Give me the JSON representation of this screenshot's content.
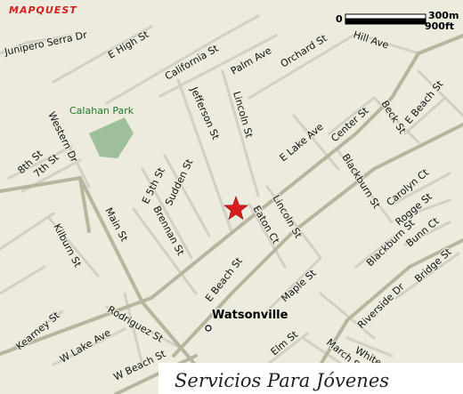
{
  "map": {
    "logo": "MAPQUEST",
    "city": "Watsonville",
    "park": "Calahan Park",
    "scale": {
      "zero": "0",
      "meters": "300m",
      "feet": "900ft"
    },
    "colors": {
      "land": "#ecebdd",
      "major_road": "#b7b59d",
      "minor_road": "#d2d0c4",
      "park": "#9dc09a",
      "marker": "#d81e1e",
      "logo": "#d42020"
    },
    "marker_icon": "star-marker-icon",
    "streets": {
      "junipero_serra_dr": "Junipero Serra Dr",
      "e_high_st": "E High St",
      "california_st": "California St",
      "palm_ave": "Palm Ave",
      "orchard_st": "Orchard St",
      "hill_ave": "Hill Ave",
      "jefferson_st": "Jefferson St",
      "lincoln_st_north": "Lincoln St",
      "e_lake_ave": "E Lake Ave",
      "center_st": "Center St",
      "beck_st": "Beck St",
      "e_beach_st_east": "E Beach St",
      "western_dr": "Western Dr",
      "eighth_st": "8th St",
      "seventh_st": "7th St",
      "e_5th_st": "E 5th St",
      "sudden_st": "Sudden St",
      "brennan_st": "Brennan St",
      "main_st": "Main St",
      "kilburn_st": "Kilburn St",
      "lincoln_st_south": "Lincoln St",
      "eaton_ct": "Eaton Ct",
      "blackburn_st_north": "Blackburn St",
      "carolyn_ct": "Carolyn Ct",
      "rogge_st": "Rogge St",
      "bunn_ct": "Bunn Ct",
      "blackburn_st_south": "Blackburn St",
      "e_beach_st_south": "E Beach St",
      "maple_st": "Maple St",
      "riverside_dr": "Riverside Dr",
      "bridge_st": "Bridge St",
      "rodriguez_st": "Rodriguez St",
      "kearney_st": "Kearney St",
      "w_lake_ave": "W Lake Ave",
      "w_beach_st": "W Beach St",
      "elm_st": "Elm St",
      "march_st": "March St",
      "white_st": "White St"
    }
  },
  "caption": "Servicios Para Jóvenes"
}
